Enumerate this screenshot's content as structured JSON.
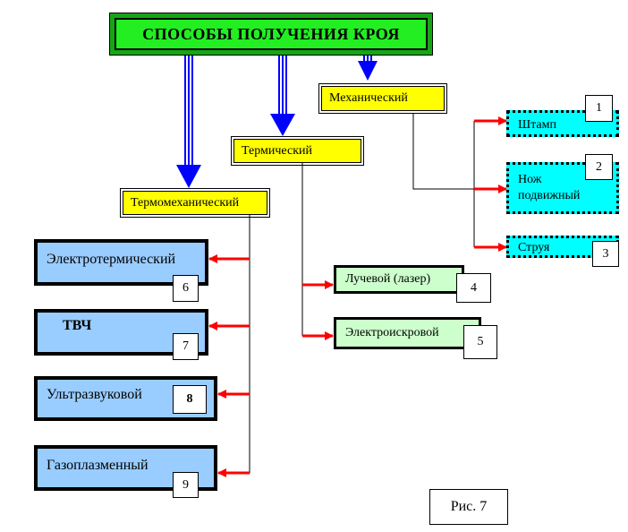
{
  "title": "СПОСОБЫ  ПОЛУЧЕНИЯ  КРОЯ",
  "categories": {
    "mechanical": "Механический",
    "thermal": "Термический",
    "thermomechanical": "Термомеханический"
  },
  "mechanical_methods": [
    {
      "label": "Штамп",
      "number": "1"
    },
    {
      "label": "Нож подвижный",
      "number": "2"
    },
    {
      "label": "Струя",
      "number": "3"
    }
  ],
  "thermal_methods": [
    {
      "label": "Лучевой (лазер)",
      "number": "4"
    },
    {
      "label": "Электроискровой",
      "number": "5"
    }
  ],
  "thermomechanical_methods": [
    {
      "label": "Электротермический",
      "number": "6"
    },
    {
      "label": "ТВЧ",
      "number": "7"
    },
    {
      "label": "Ультразвуковой",
      "number": "8"
    },
    {
      "label": "Газоплазменный",
      "number": "9"
    }
  ],
  "caption": "Рис. 7",
  "colors": {
    "title_outer": "#16a516",
    "title_inner": "#22ee22",
    "category": "#ffff00",
    "mechanical": "#00ffff",
    "thermal": "#ccffcc",
    "thermomechanical": "#99ccff",
    "big_arrow": "#0000ff",
    "small_arrow": "#ff0000"
  }
}
